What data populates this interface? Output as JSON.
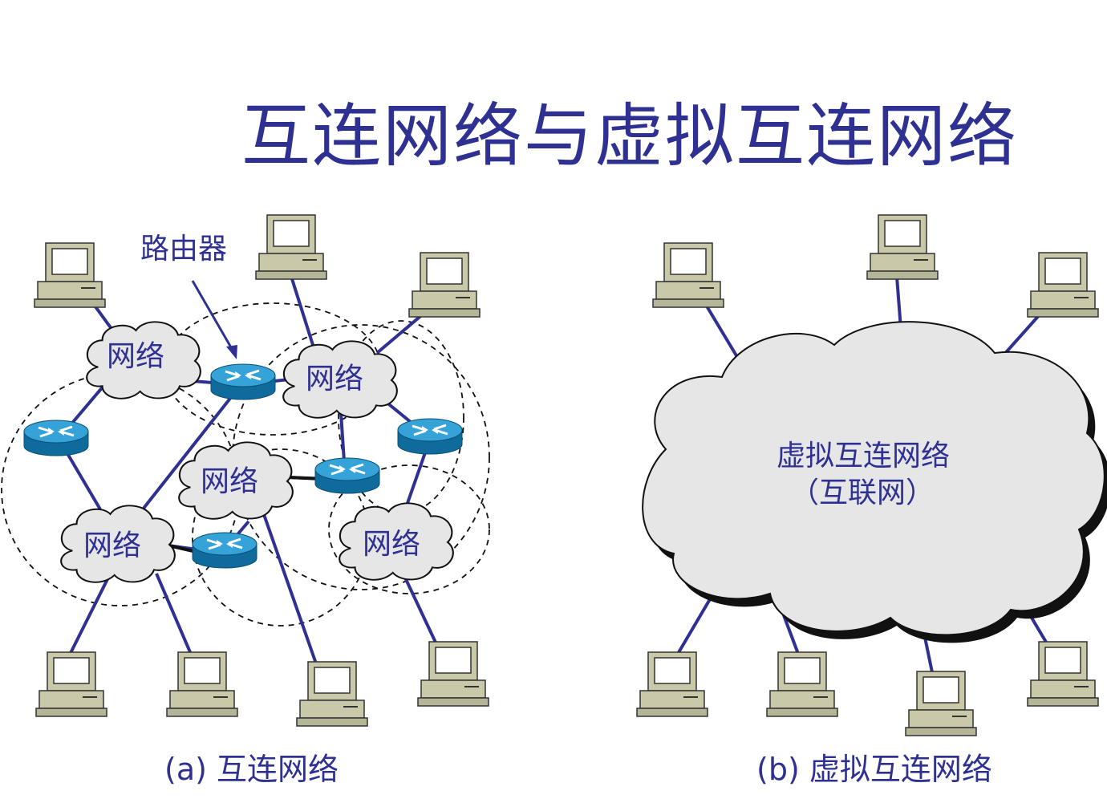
{
  "title": "互连网络与虚拟互连网络",
  "left": {
    "router_label": "路由器",
    "network_label": "网络",
    "caption": "(a) 互连网络"
  },
  "right": {
    "cloud_label_line1": "虚拟互连网络",
    "cloud_label_line2": "（互联网）",
    "caption": "(b) 虚拟互连网络"
  },
  "colors": {
    "title": "#2e3192",
    "link": "#2e3192",
    "router": "#1a7fb5",
    "cloud_fill": "#e6e6e6",
    "pc_beige": "#c8c8a8"
  },
  "icons": [
    "computer-icon",
    "router-icon",
    "network-cloud-icon"
  ]
}
